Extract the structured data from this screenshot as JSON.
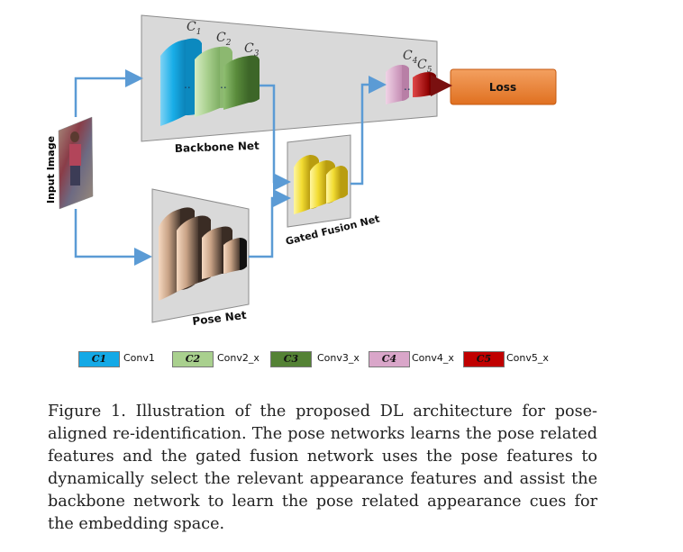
{
  "diagram": {
    "input_label": "Input Image",
    "backbone_label": "Backbone Net",
    "pose_label": "Pose Net",
    "fusion_label": "Gated Fusion Net",
    "loss_label": "Loss",
    "block_labels": {
      "c1": "C",
      "c1_sub": "1",
      "c2": "C",
      "c2_sub": "2",
      "c3": "C",
      "c3_sub": "3",
      "c4": "C",
      "c4_sub": "4",
      "c5": "C",
      "c5_sub": "5"
    }
  },
  "legend": [
    {
      "code": "C1",
      "name": "Conv1",
      "color": "#14a9e6"
    },
    {
      "code": "C2",
      "name": "Conv2_x",
      "color": "#a9d08e"
    },
    {
      "code": "C3",
      "name": "Conv3_x",
      "color": "#548235"
    },
    {
      "code": "C4",
      "name": "Conv4_x",
      "color": "#d9a6c9"
    },
    {
      "code": "C5",
      "name": "Conv5_x",
      "color": "#c00000"
    }
  ],
  "caption": "Figure 1. Illustration of the proposed DL architecture for pose-aligned re-identification. The pose networks learns the pose related features and the gated fusion network uses the pose features to dynamically select the relevant appearance features and assist the backbone network to learn the pose related appearance cues for the embedding space.",
  "colors": {
    "arrow": "#5b9bd5",
    "panel": "#d9d9d9",
    "loss": "#ed7d31",
    "fusion": "#f2dc32"
  }
}
